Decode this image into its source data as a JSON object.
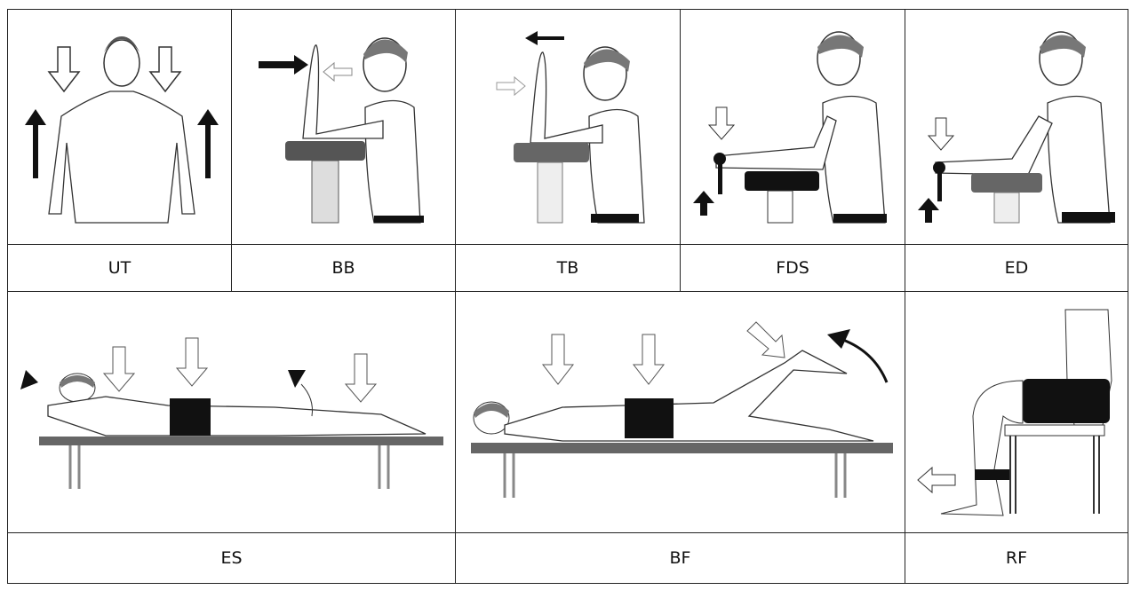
{
  "top_row": [
    {
      "label": "UT"
    },
    {
      "label": "BB"
    },
    {
      "label": "TB"
    },
    {
      "label": "FDS"
    },
    {
      "label": "ED"
    }
  ],
  "bottom_row": [
    {
      "label": "ES"
    },
    {
      "label": "BF"
    },
    {
      "label": "RF"
    }
  ]
}
